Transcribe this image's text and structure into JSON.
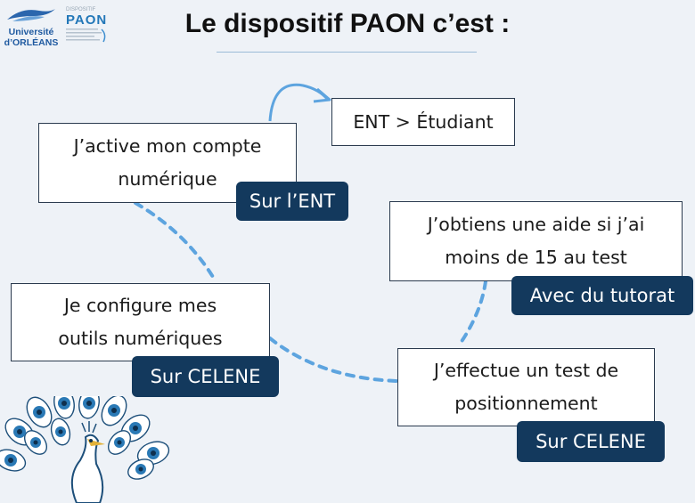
{
  "title": "Le dispositif PAON c’est :",
  "logos": {
    "university": [
      "Université",
      "d’ORLÉANS"
    ],
    "paon_small": "DISPOSITIF",
    "paon_big": "PAON"
  },
  "steps": [
    {
      "text": "J’active mon compte numérique",
      "tag": "Sur l’ENT"
    },
    {
      "text": "Je configure mes outils numériques",
      "tag": "Sur CELENE"
    },
    {
      "text": "J’effectue un test de positionnement",
      "tag": "Sur CELENE"
    },
    {
      "text": "J’obtiens une aide si j’ai moins de 15 au test",
      "tag": "Avec du tutorat"
    }
  ],
  "ent_box": "ENT > Étudiant",
  "colors": {
    "tag_bg": "#13395d",
    "dotted_line": "#5da4df",
    "peacock": "#2a79b5"
  }
}
